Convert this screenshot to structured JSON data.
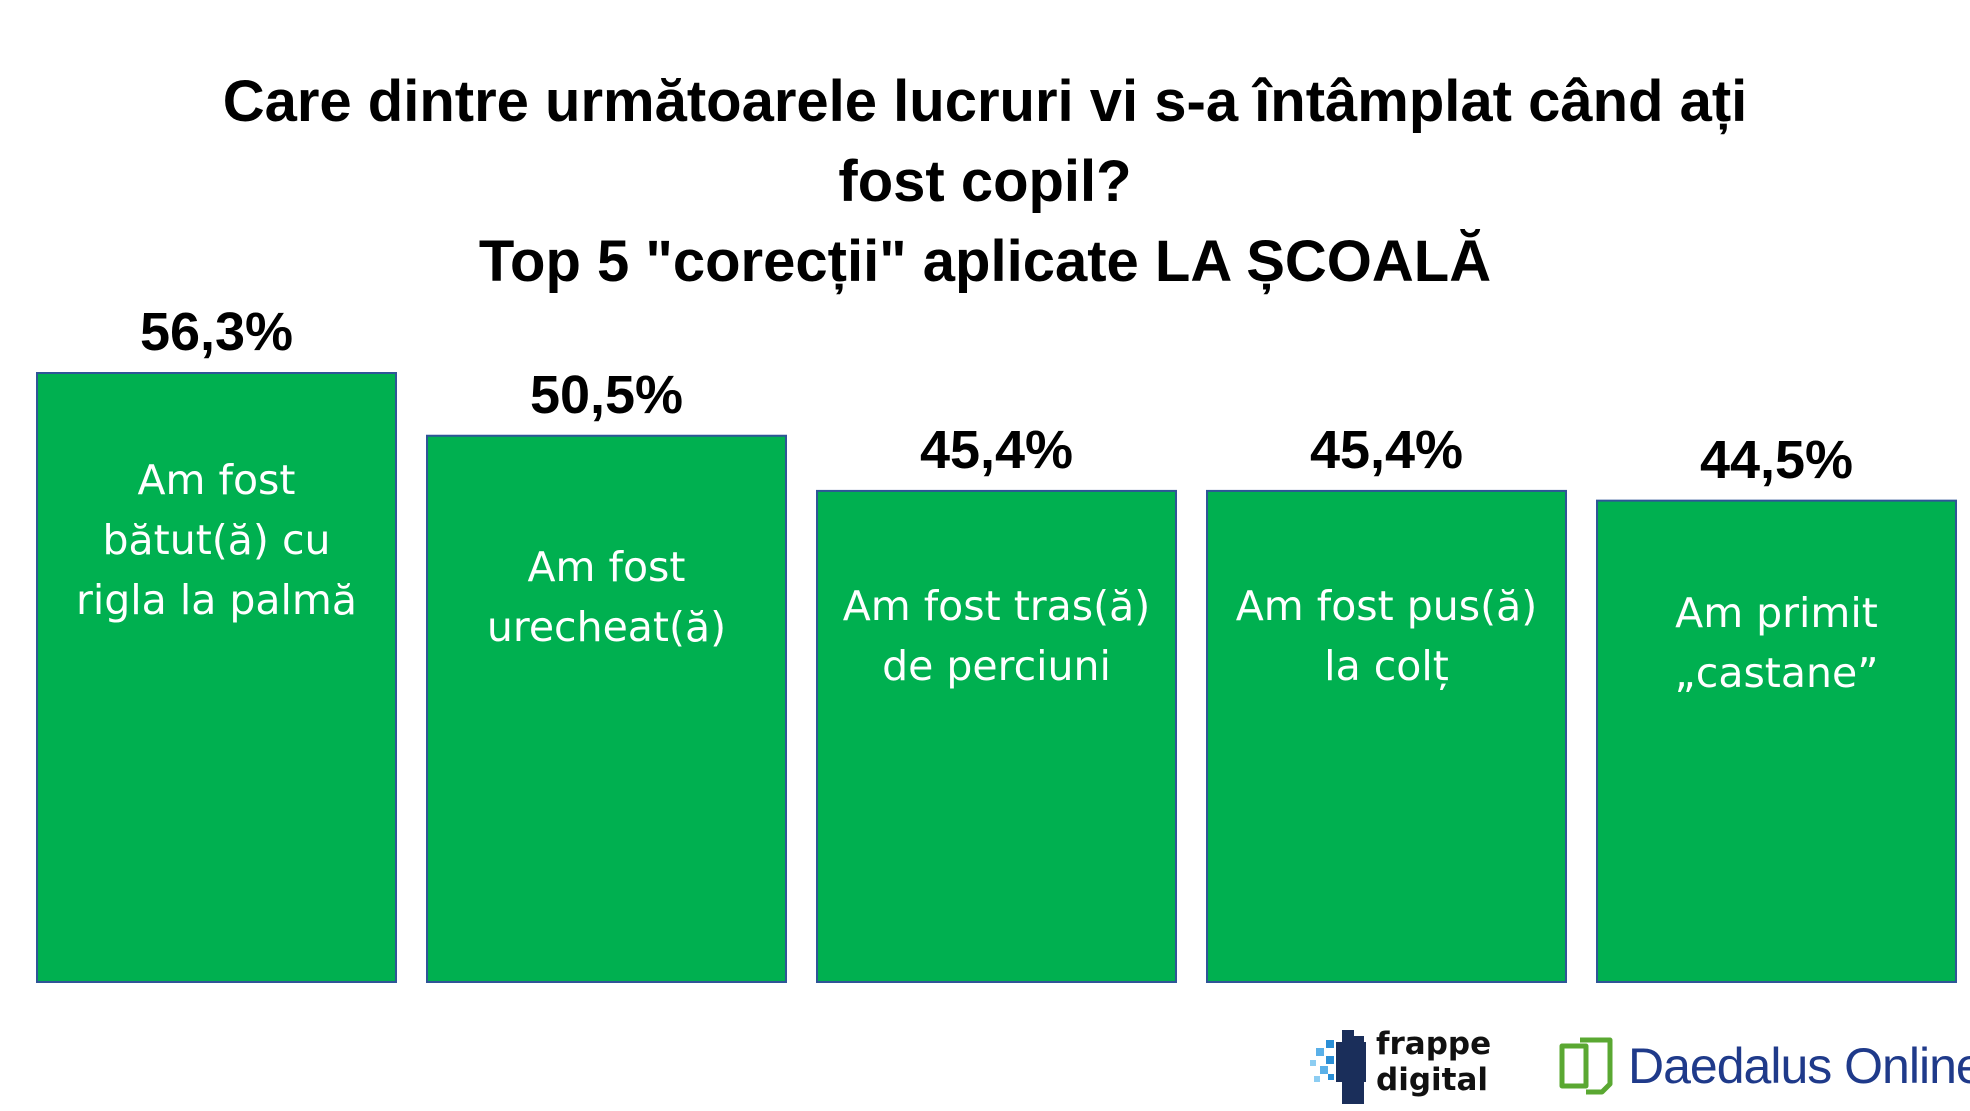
{
  "title_lines": [
    "Care dintre următoarele lucruri vi s-a întâmplat când ați",
    "fost copil?",
    "Top 5 \"corecții\" aplicate LA ȘCOALĂ"
  ],
  "colors": {
    "bar": "#00b050",
    "bar_border": "#2f5597",
    "text": "#000000"
  },
  "chart_data": {
    "type": "bar",
    "title": "Care dintre următoarele lucruri vi s-a întâmplat când ați fost copil? Top 5 \"corecții\" aplicate LA ȘCOALĂ",
    "categories": [
      "Am fost bătut(ă) cu rigla la palmă",
      "Am fost urecheat(ă)",
      "Am fost tras(ă) de perciuni",
      "Am fost pus(ă) la colț",
      "Am primit „castane”"
    ],
    "values": [
      56.3,
      50.5,
      45.4,
      45.4,
      44.5
    ],
    "value_labels": [
      "56,3%",
      "50,5%",
      "45,4%",
      "45,4%",
      "44,5%"
    ],
    "ylim": [
      0,
      56.3
    ],
    "grid": false,
    "legend": "none"
  },
  "logos": {
    "frappe": {
      "line1": "frappe",
      "line2": "digital"
    },
    "daedalus": {
      "text": "Daedalus Online"
    }
  }
}
